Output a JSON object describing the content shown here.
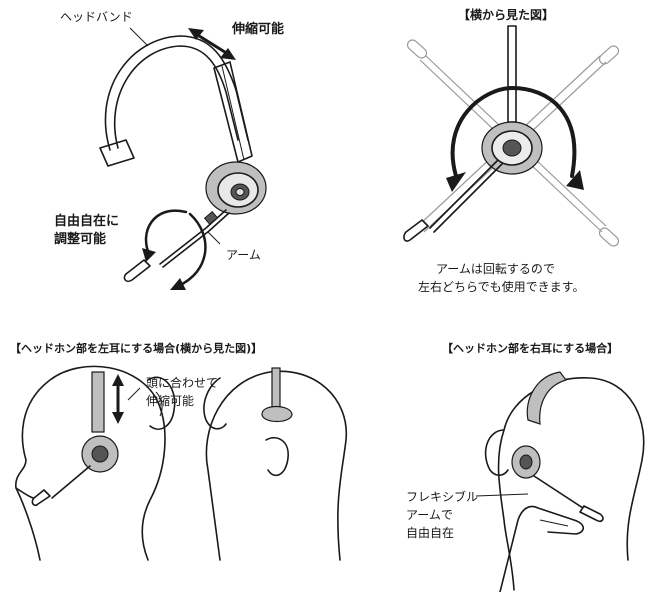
{
  "top_left": {
    "headband_label": "ヘッドバンド",
    "adjust_length_label": "伸縮可能",
    "free_adjust_line1": "自由自在に",
    "free_adjust_line2": "調整可能",
    "arm_label": "アーム"
  },
  "top_right": {
    "title": "【横から見た図】",
    "caption_line1": "アームは回転するので",
    "caption_line2": "左右どちらでも使用できます。"
  },
  "bottom_left": {
    "title": "【ヘッドホン部を左耳にする場合(横から見た図)】",
    "head_adjust_line1": "頭に合わせて",
    "head_adjust_line2": "伸縮可能"
  },
  "bottom_right": {
    "title": "【ヘッドホン部を右耳にする場合】",
    "flexible_line1": "フレキシブル",
    "flexible_line2": "アームで",
    "flexible_line3": "自由自在"
  },
  "icons": [
    "headset-illustration",
    "rotation-arrow-icon",
    "double-arrow-icon"
  ]
}
